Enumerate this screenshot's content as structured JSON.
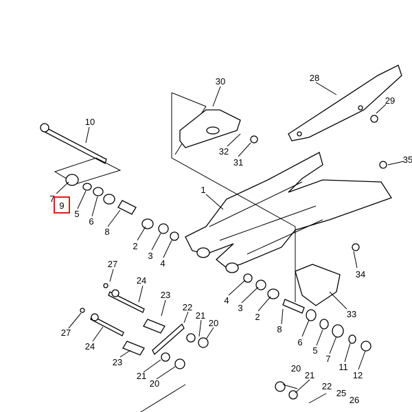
{
  "diagram": {
    "highlight_color": "#e8141c",
    "highlighted_label": "9",
    "labels": [
      "30",
      "28",
      "29",
      "10",
      "32",
      "31",
      "35",
      "1",
      "7",
      "9",
      "5",
      "6",
      "8",
      "2",
      "3",
      "4",
      "34",
      "27",
      "24",
      "23",
      "4",
      "3",
      "2",
      "33",
      "22",
      "21",
      "20",
      "27",
      "24",
      "23",
      "8",
      "6",
      "5",
      "7",
      "11",
      "12",
      "21",
      "20",
      "20",
      "21",
      "22",
      "25",
      "26"
    ]
  }
}
